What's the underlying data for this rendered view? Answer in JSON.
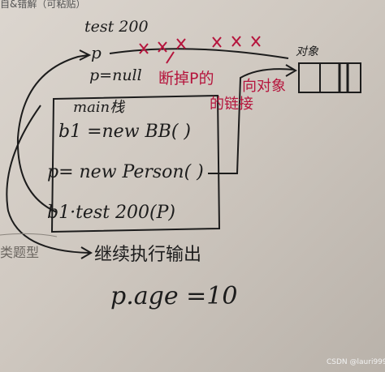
{
  "header": {
    "partial_title": "自&错解（可粘贴）"
  },
  "notes": {
    "method_call": "test 200",
    "p_ref": "p",
    "p_null": "p=null",
    "stack_title": "main栈",
    "stack_lines": [
      "b1 =new BB( )",
      "p= new Person( )",
      "b1·test 200(P)"
    ],
    "heap_label": "对象",
    "red_note_1": "断掉P的",
    "red_note_2": "向对象",
    "red_note_3": "的链接",
    "continue": "继续执行输出",
    "result": "p.age =10",
    "category": "类题型"
  },
  "watermark": "CSDN @lauri999",
  "colors": {
    "ink": "#1c1c1c",
    "red_ink": "#b5143c",
    "paper": "#d6d0c8"
  }
}
